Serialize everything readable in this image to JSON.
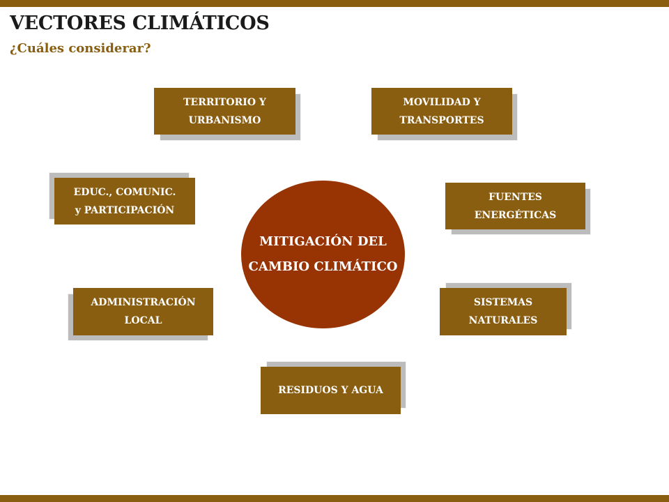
{
  "header": {
    "title": "VECTORES CLIMÁTICOS",
    "subtitle": "¿Cuáles considerar?"
  },
  "center": {
    "line1": "MITIGACIÓN DEL",
    "line2": "CAMBIO CLIMÁTICO"
  },
  "nodes": {
    "territorio": "TERRITORIO  Y\nURBANISMO",
    "movilidad": "MOVILIDAD Y\nTRANSPORTES",
    "educ": "EDUC., COMUNIC.\ny PARTICIPACIÓN",
    "fuentes": "FUENTES\nENERGÉTICAS",
    "administracion": "ADMINISTRACIÓN\nLOCAL",
    "sistemas": "SISTEMAS\nNATURALES",
    "residuos": "RESIDUOS Y AGUA"
  },
  "colors": {
    "accent": "#8a5e10",
    "center": "#983303",
    "shadow": "#bcbcbc"
  }
}
